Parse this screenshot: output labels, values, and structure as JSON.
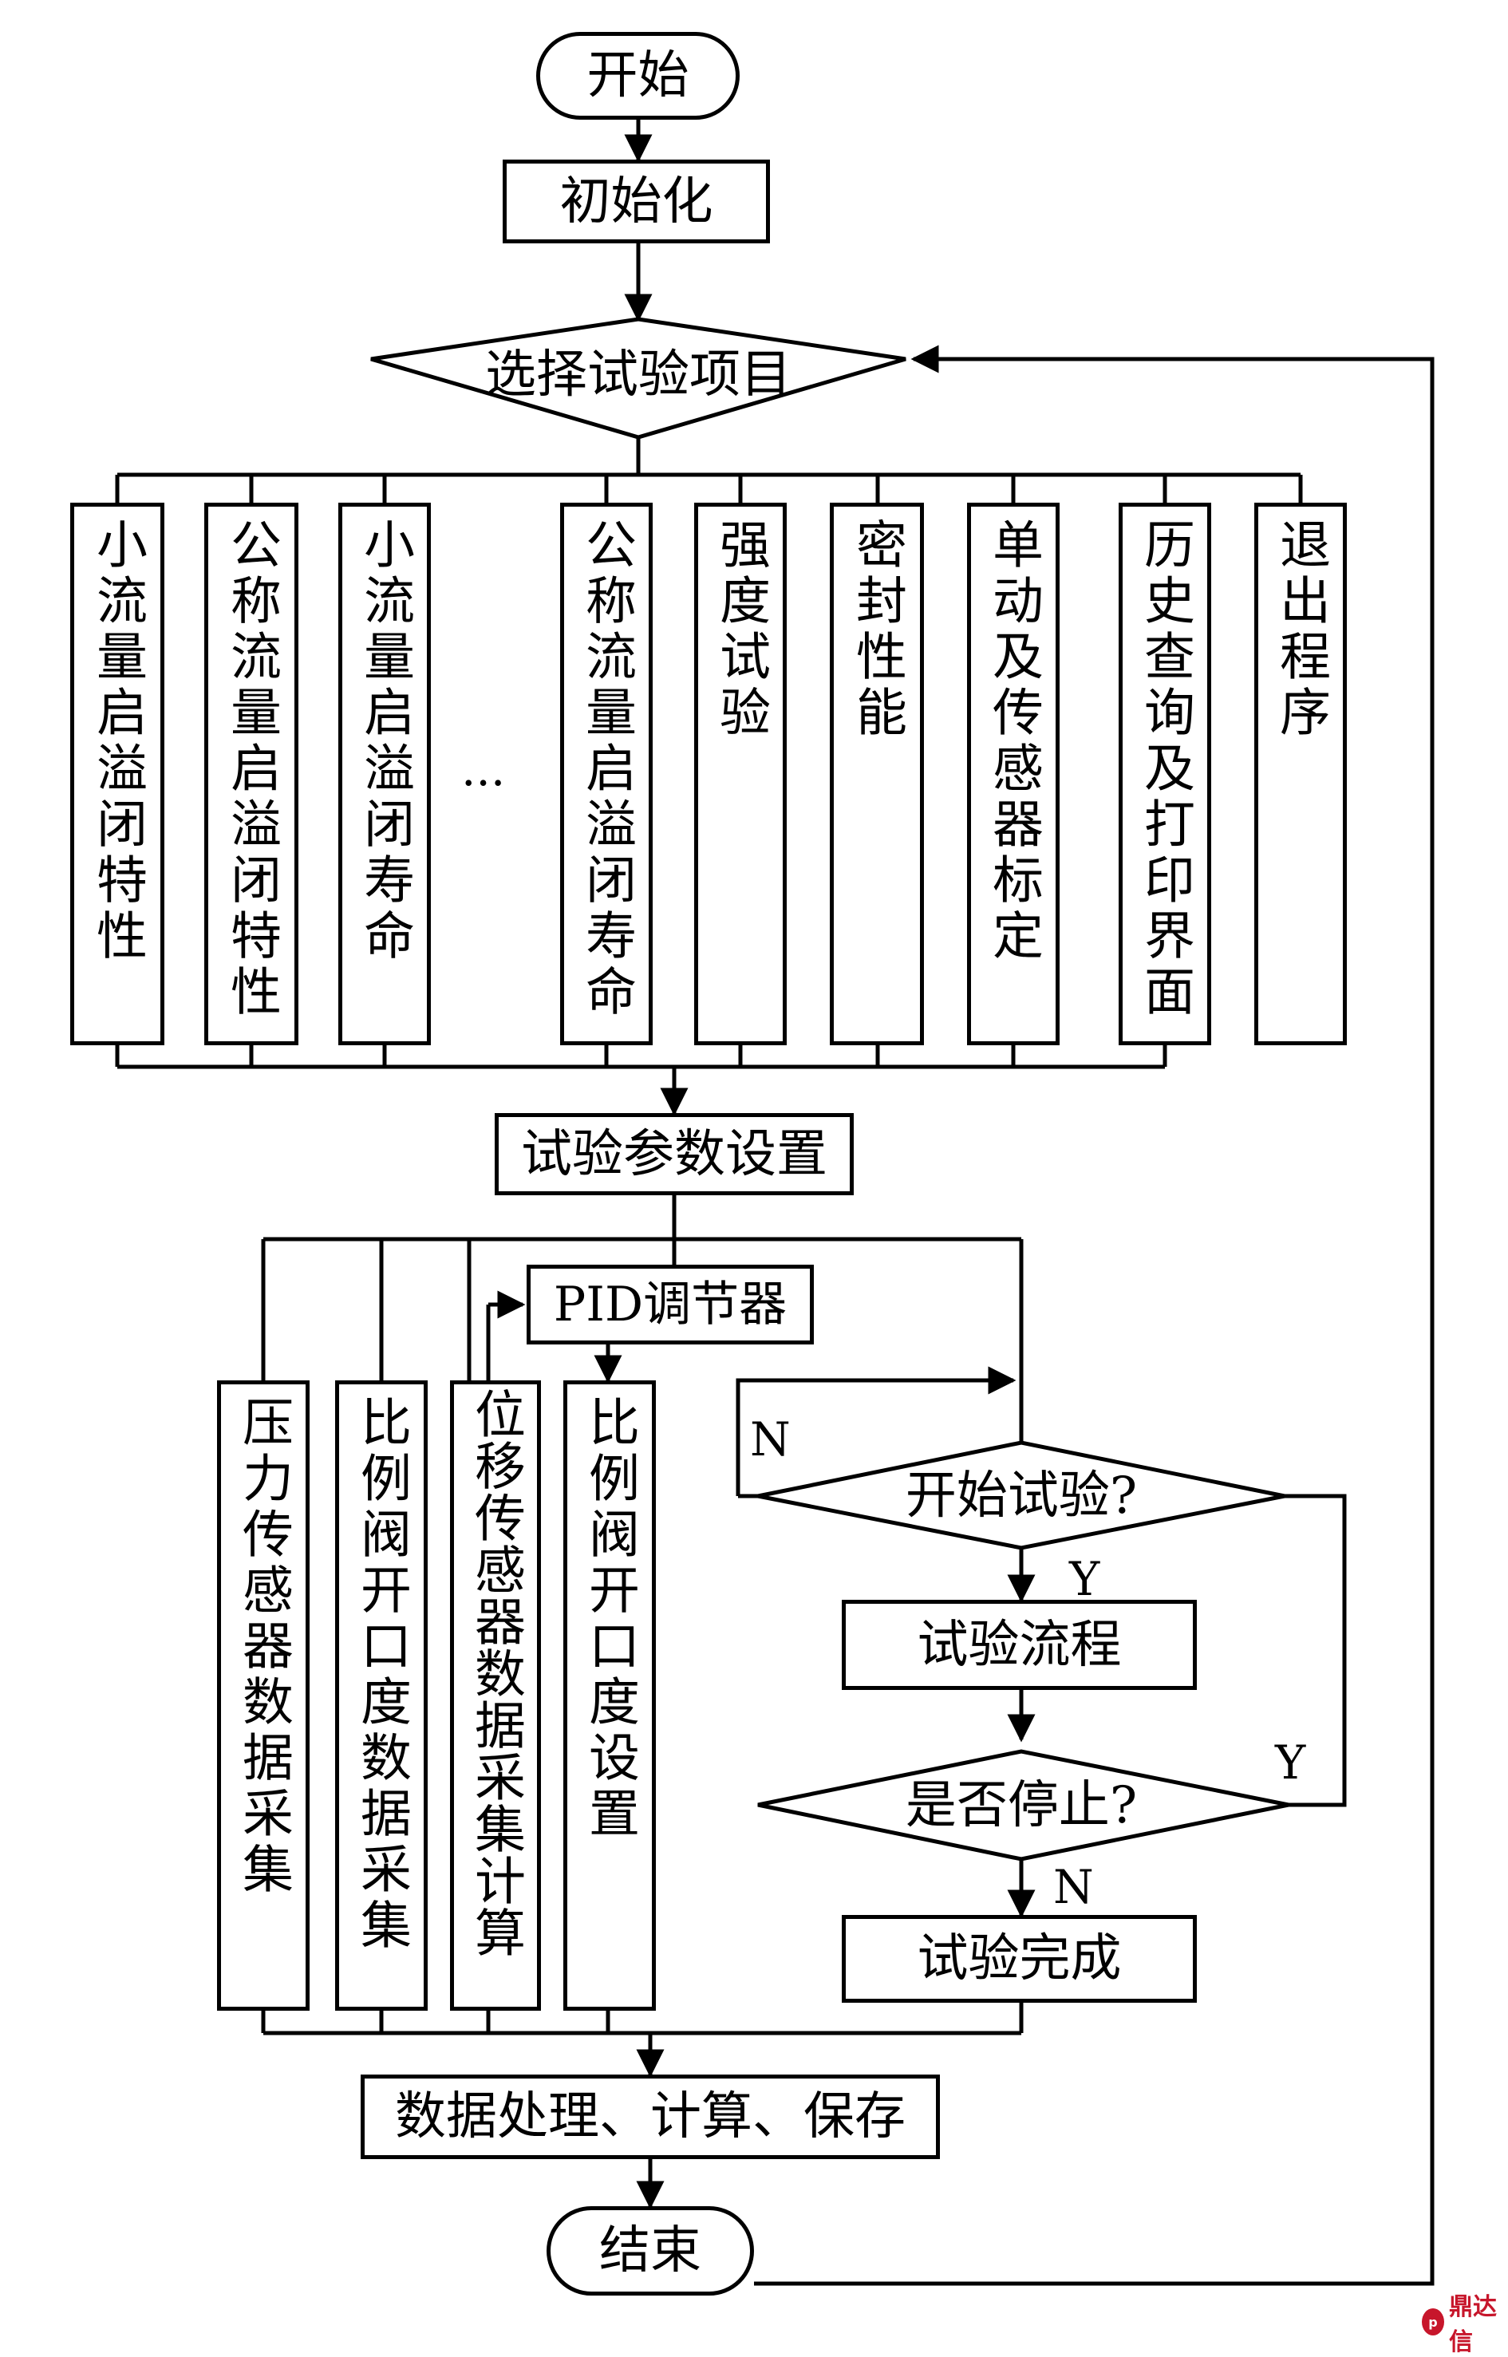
{
  "start": "开始",
  "init": "初始化",
  "select": "选择试验项目",
  "items": [
    "小流量启溢闭特性",
    "公称流量启溢闭特性",
    "小流量启溢闭寿命",
    "公称流量启溢闭寿命",
    "强度试验",
    "密封性能",
    "单动及传感器标定",
    "历史查询及打印界面",
    "退出程序"
  ],
  "ellipsis": "...",
  "param": "试验参数设置",
  "pid": "PID调节器",
  "acq": [
    "压力传感器数据采集",
    "比例阀开口度数据采集",
    "位移传感器数据采集计算",
    "比例阀开口度设置"
  ],
  "start_test": "开始试验?",
  "flow": "试验流程",
  "stop_q": "是否停止?",
  "done": "试验完成",
  "labels": {
    "n1": "N",
    "y1": "Y",
    "y2": "Y",
    "n2": "N"
  },
  "process": "数据处理、计算、保存",
  "end": "结束",
  "watermark": "鼎达信"
}
